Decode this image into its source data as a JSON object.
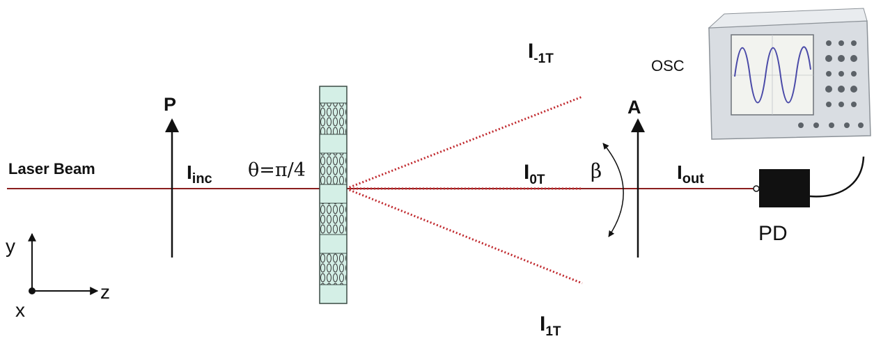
{
  "labels": {
    "laser_beam": "Laser Beam",
    "polarizer": "P",
    "analyzer": "A",
    "incident_intensity": {
      "main": "I",
      "sub": "inc"
    },
    "angle_theta": "θ=π/4",
    "beta": "β",
    "order_minus1": {
      "main": "I",
      "sub": "-1T"
    },
    "order_0": {
      "main": "I",
      "sub": "0T"
    },
    "order_plus1": {
      "main": "I",
      "sub": "1T"
    },
    "output_intensity": {
      "main": "I",
      "sub": "out"
    },
    "oscilloscope": "OSC",
    "photodetector": "PD",
    "axis_y": "y",
    "axis_z": "z",
    "axis_x": "x"
  },
  "colors": {
    "beam": "#8a1e1e",
    "diffracted": "#c0282d",
    "grating_fill": "#d4efe6",
    "grating_stroke": "#3a4a44",
    "ink": "#111111",
    "osc_body": "#d9dde2",
    "osc_screen": "#f2f3ef",
    "osc_trace": "#4a4aa8"
  },
  "icons": {
    "grating": "liquid-crystal-grating-icon",
    "oscilloscope": "oscilloscope-icon",
    "photodetector": "photodetector-icon"
  }
}
